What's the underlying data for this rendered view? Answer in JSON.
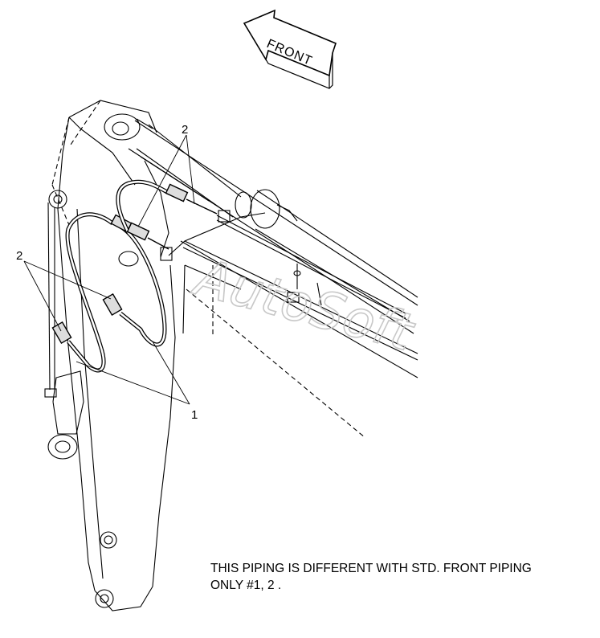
{
  "direction_arrow": {
    "text": "FRONT"
  },
  "callouts": {
    "label_1": "1",
    "label_2": "2"
  },
  "watermark": "AutoSoft",
  "note": {
    "line1": "THIS PIPING IS DIFFERENT WITH STD. FRONT PIPING",
    "line2": "ONLY #1, 2 ."
  }
}
